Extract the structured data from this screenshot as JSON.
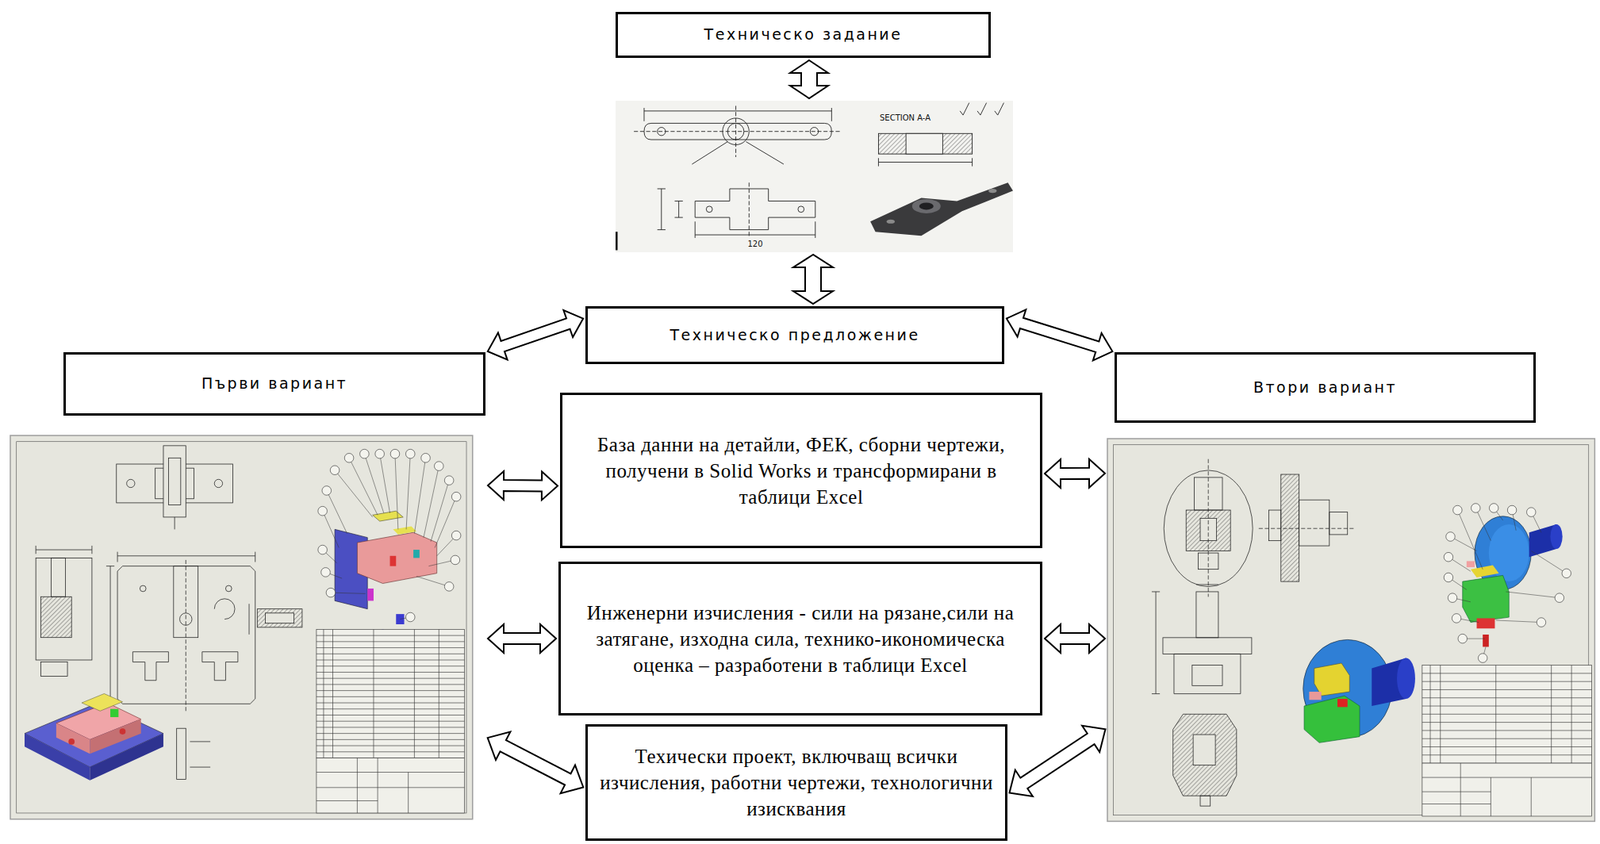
{
  "diagram": {
    "nodes": [
      {
        "text": [
          "Техническо задание"
        ]
      },
      {
        "text": [
          "Техническо предложение"
        ]
      },
      {
        "text": [
          "Първи вариант"
        ]
      },
      {
        "text": [
          "Втори вариант"
        ]
      },
      {
        "text": [
          "База данни на детайли, ФЕК, сборни чертежи, получени в Solid Works и трансформирани в таблици Excel"
        ]
      },
      {
        "text": [
          "Инженерни изчисления - сили на рязане,сили на затягане, изходна сила, технико-икономическа оценка – разработени в таблици Excel"
        ]
      },
      {
        "text": [
          "Техически проект, включващ всички изчисления, работни чертежи, технологични изисквания"
        ]
      }
    ],
    "edges": [
      {
        "from": 0,
        "to": 1,
        "arrow": "both"
      },
      {
        "from": 1,
        "to": 2,
        "arrow": "both"
      },
      {
        "from": 1,
        "to": 3,
        "arrow": "both"
      },
      {
        "from": 4,
        "to": 2,
        "arrow": "both"
      },
      {
        "from": 4,
        "to": 3,
        "arrow": "both"
      },
      {
        "from": 5,
        "to": 2,
        "arrow": "both"
      },
      {
        "from": 5,
        "to": 3,
        "arrow": "both"
      },
      {
        "from": 6,
        "to": 2,
        "arrow": "both"
      },
      {
        "from": 6,
        "to": 3,
        "arrow": "both"
      }
    ],
    "labels": [
      "SECTION A-A",
      "120"
    ]
  }
}
